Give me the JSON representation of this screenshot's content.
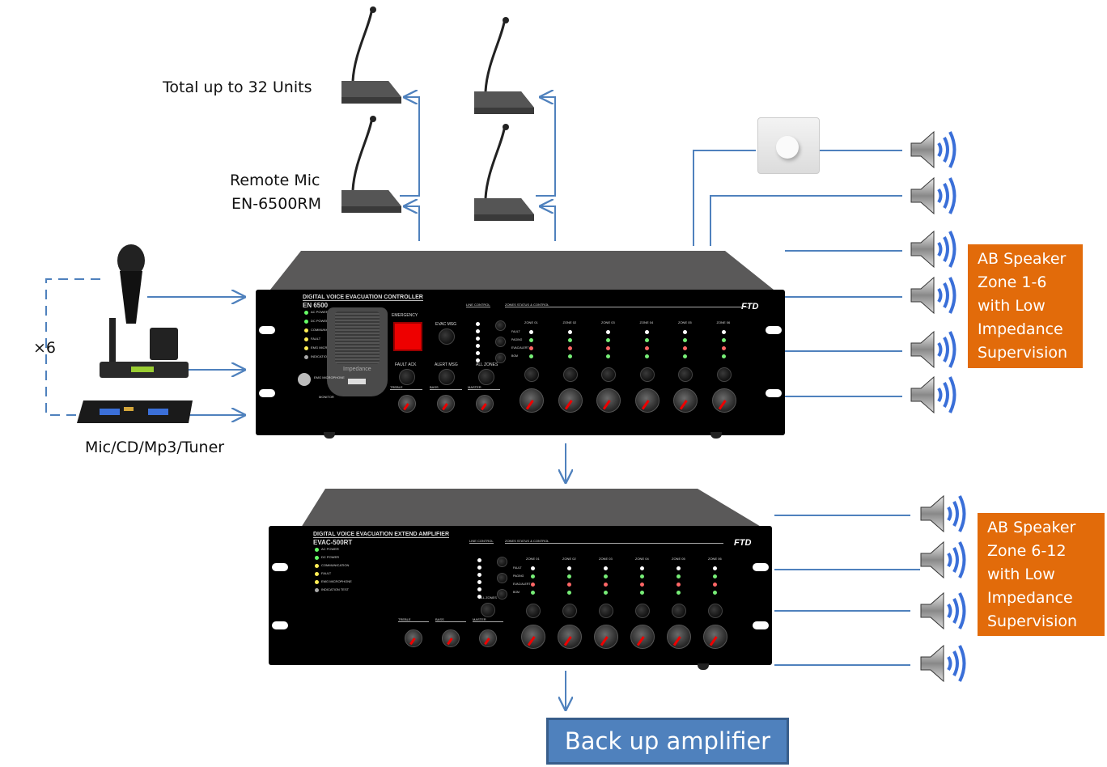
{
  "labels": {
    "total_units": "Total up to 32 Units",
    "remote_mic_line1": "Remote Mic",
    "remote_mic_line2": "EN-6500RM",
    "multiplier": "×6",
    "sources": "Mic/CD/Mp3/Tuner"
  },
  "callouts": {
    "zone_1_6": [
      "AB Speaker",
      "Zone 1-6",
      "with Low",
      "Impedance",
      "Supervision"
    ],
    "zone_6_12": [
      "AB Speaker",
      "Zone 6-12",
      "with Low",
      "Impedance",
      "Supervision"
    ],
    "backup": "Back up amplifier"
  },
  "colors": {
    "wire": "#4f81bd",
    "callout": "#e26b0a",
    "backup_fill": "#4f81bd",
    "backup_border": "#385d8a"
  },
  "controller": {
    "title": "DIGITAL VOICE EVACUATION CONTROLLER",
    "model": "EN 6500",
    "brand": "FTD",
    "status_leds": [
      "AC POWER",
      "DC POWER",
      "COMMUNICATION",
      "FAULT",
      "EMG MICROPHONE",
      "INDICATION TEST"
    ],
    "emergency": "EMERGENCY",
    "evac_msg": "EVAC MSG",
    "fault_ack": "FAULT ACK",
    "alert_msg": "ALERT MSG",
    "all_zones": "ALL ZONES",
    "line_control": "LINE CONTROL",
    "zones_header": "ZONES STATUS & CONTROL",
    "treble": "TREBLE",
    "bass": "BASS",
    "master": "MASTER",
    "emg_mic": "EMG MICROPHONE",
    "monitor": "MONITOR",
    "mic_label": "Impedance",
    "zones": [
      "ZONE 01",
      "ZONE 02",
      "ZONE 03",
      "ZONE 04",
      "ZONE 05",
      "ZONE 06"
    ],
    "zone_rows": [
      "FAULT",
      "PAGING",
      "EVAC/ALERT",
      "BGM"
    ]
  },
  "extender": {
    "title": "DIGITAL VOICE EVACUATION  EXTEND AMPLIFIER",
    "model": "EVAC-500RT",
    "brand": "FTD",
    "status_leds": [
      "AC POWER",
      "DC POWER",
      "COMMUNICATION",
      "FAULT",
      "EMG MICROPHONE",
      "INDICATION TEST"
    ],
    "all_zones": "ALL ZONES",
    "line_control": "LINE CONTROL",
    "zones_header": "ZONES STATUS & CONTROL",
    "treble": "TREBLE",
    "bass": "BASS",
    "master": "MASTER",
    "zones": [
      "ZONE 01",
      "ZONE 02",
      "ZONE 03",
      "ZONE 04",
      "ZONE 05",
      "ZONE 06"
    ],
    "zone_rows": [
      "FAULT",
      "PAGING",
      "EVAC/ALERT",
      "BGM"
    ]
  }
}
